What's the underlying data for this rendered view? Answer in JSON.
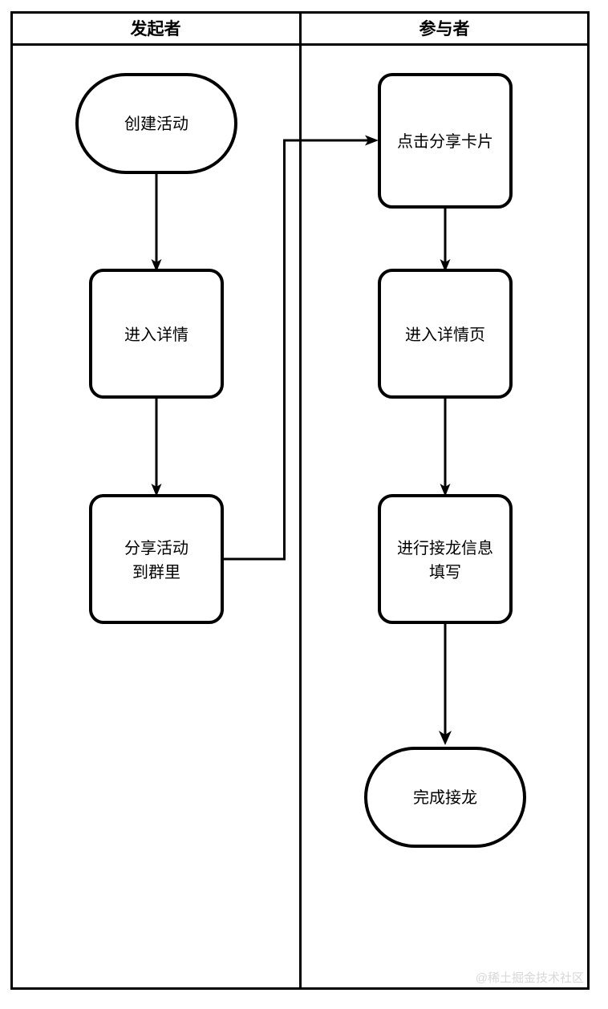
{
  "diagram": {
    "type": "swimlane-flowchart",
    "title": "",
    "background_color": "#ffffff",
    "stroke_color": "#000000",
    "fill_color": "#ffffff",
    "lanes": [
      {
        "id": "initiator",
        "header": "发起者"
      },
      {
        "id": "participant",
        "header": "参与者"
      }
    ],
    "nodes": [
      {
        "id": "n1",
        "lane": "initiator",
        "shape": "stadium",
        "lines": [
          "创建活动"
        ]
      },
      {
        "id": "n2",
        "lane": "initiator",
        "shape": "rounded-rect",
        "lines": [
          "进入详情"
        ]
      },
      {
        "id": "n3",
        "lane": "initiator",
        "shape": "rounded-rect",
        "lines": [
          "分享活动",
          "到群里"
        ]
      },
      {
        "id": "n4",
        "lane": "participant",
        "shape": "rounded-rect",
        "lines": [
          "点击分享卡片"
        ]
      },
      {
        "id": "n5",
        "lane": "participant",
        "shape": "rounded-rect",
        "lines": [
          "进入详情页"
        ]
      },
      {
        "id": "n6",
        "lane": "participant",
        "shape": "rounded-rect",
        "lines": [
          "进行接龙信息",
          "填写"
        ]
      },
      {
        "id": "n7",
        "lane": "participant",
        "shape": "stadium",
        "lines": [
          "完成接龙"
        ]
      }
    ],
    "edges": [
      {
        "from": "n1",
        "to": "n2",
        "label": "",
        "routing": "straight-down"
      },
      {
        "from": "n2",
        "to": "n3",
        "label": "",
        "routing": "straight-down"
      },
      {
        "from": "n3",
        "to": "n4",
        "label": "",
        "routing": "orthogonal-right-up-right"
      },
      {
        "from": "n4",
        "to": "n5",
        "label": "",
        "routing": "straight-down"
      },
      {
        "from": "n5",
        "to": "n6",
        "label": "",
        "routing": "straight-down"
      },
      {
        "from": "n6",
        "to": "n7",
        "label": "",
        "routing": "straight-down"
      }
    ]
  },
  "watermark": {
    "text": "@稀土掘金技术社区",
    "color": "#d8d8d8"
  }
}
